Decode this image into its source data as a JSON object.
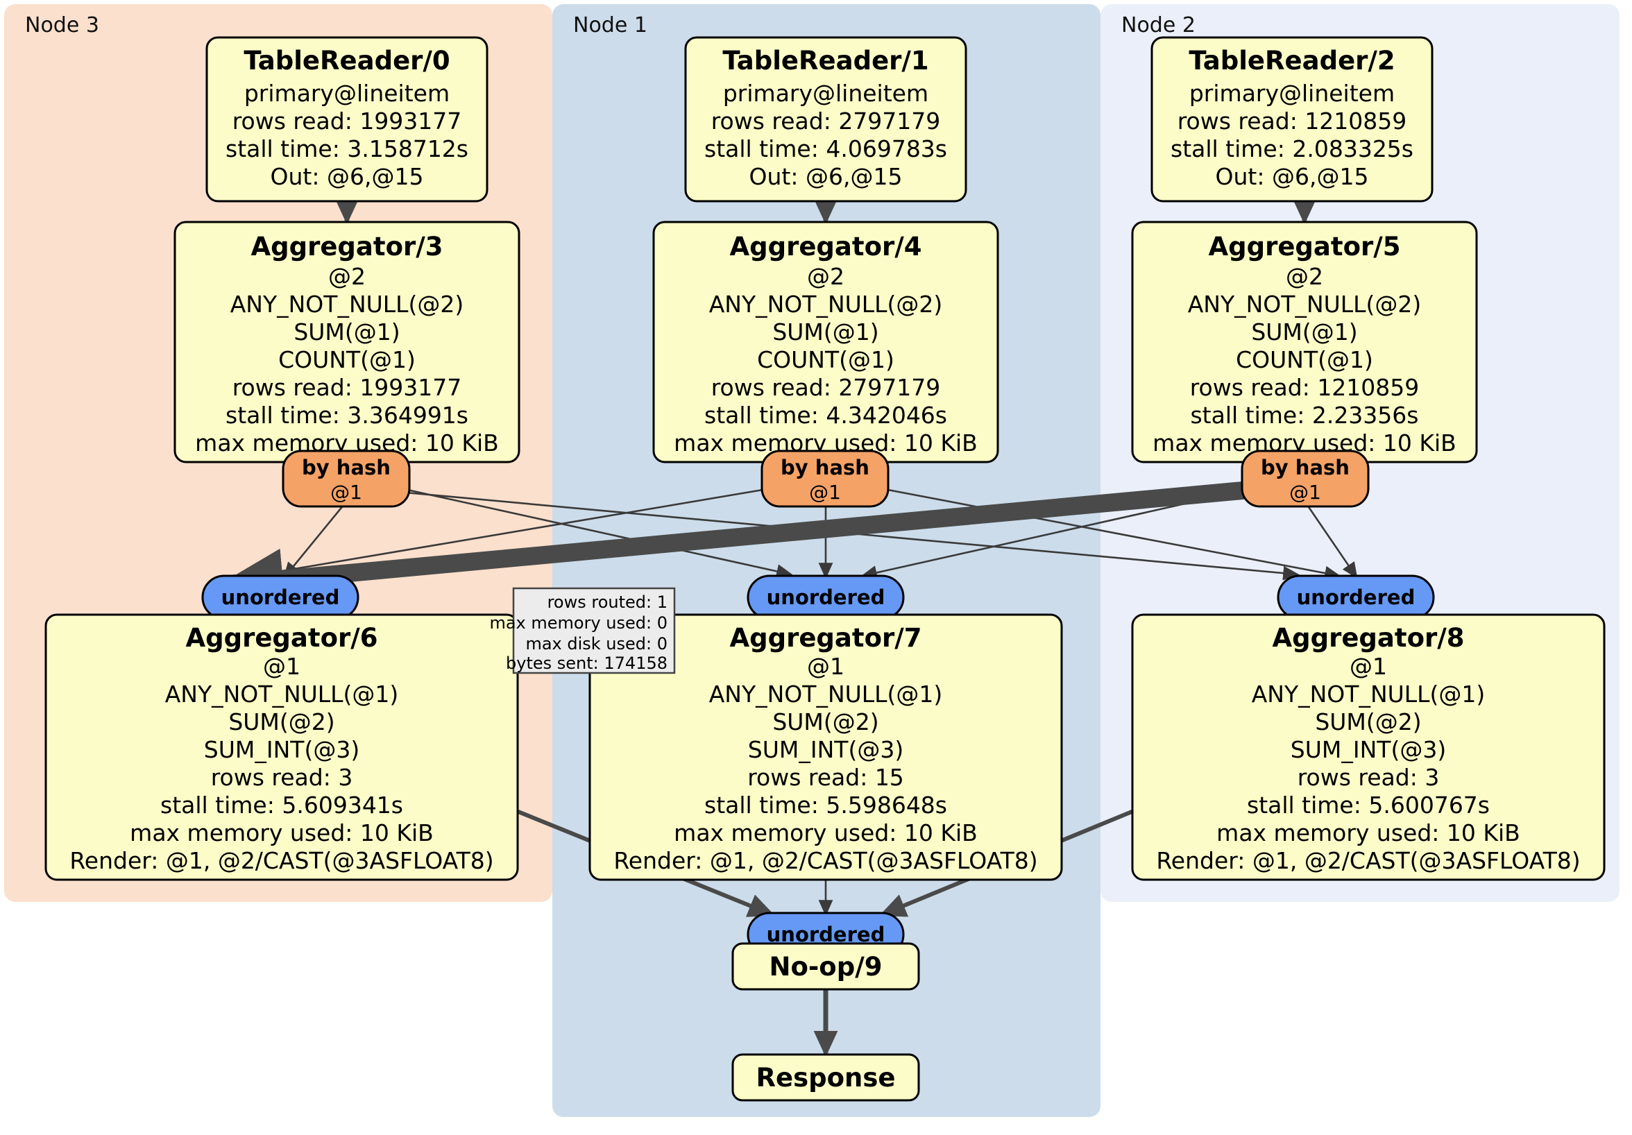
{
  "diagram": {
    "type": "distributed-query-plan",
    "colors": {
      "node3_bg": "#fbe0cd",
      "node1_bg": "#ccdcea",
      "node2_bg": "#eaeff9",
      "operator_fill": "#fcfcc8",
      "router_fill": "#f5a267",
      "sync_fill": "#6699f5",
      "tooltip_fill": "#ececec",
      "edge": "#4a4a4a"
    }
  },
  "clusters": [
    {
      "id": "node3",
      "label": "Node 3"
    },
    {
      "id": "node1",
      "label": "Node 1"
    },
    {
      "id": "node2",
      "label": "Node 2"
    }
  ],
  "readers": [
    {
      "title": "TableReader/0",
      "lines": [
        "primary@lineitem",
        "rows read: 1993177",
        "stall time: 3.158712s",
        "Out: @6,@15"
      ]
    },
    {
      "title": "TableReader/1",
      "lines": [
        "primary@lineitem",
        "rows read: 2797179",
        "stall time: 4.069783s",
        "Out: @6,@15"
      ]
    },
    {
      "title": "TableReader/2",
      "lines": [
        "primary@lineitem",
        "rows read: 1210859",
        "stall time: 2.083325s",
        "Out: @6,@15"
      ]
    }
  ],
  "local_aggregators": [
    {
      "title": "Aggregator/3",
      "lines": [
        "@2",
        "ANY_NOT_NULL(@2)",
        "SUM(@1)",
        "COUNT(@1)",
        "rows read: 1993177",
        "stall time: 3.364991s",
        "max memory used: 10 KiB"
      ]
    },
    {
      "title": "Aggregator/4",
      "lines": [
        "@2",
        "ANY_NOT_NULL(@2)",
        "SUM(@1)",
        "COUNT(@1)",
        "rows read: 2797179",
        "stall time: 4.342046s",
        "max memory used: 10 KiB"
      ]
    },
    {
      "title": "Aggregator/5",
      "lines": [
        "@2",
        "ANY_NOT_NULL(@2)",
        "SUM(@1)",
        "COUNT(@1)",
        "rows read: 1210859",
        "stall time: 2.23356s",
        "max memory used: 10 KiB"
      ]
    }
  ],
  "routers": [
    {
      "title": "by hash",
      "detail": "@1"
    },
    {
      "title": "by hash",
      "detail": "@1"
    },
    {
      "title": "by hash",
      "detail": "@1"
    }
  ],
  "synchronizers": [
    {
      "label": "unordered"
    },
    {
      "label": "unordered"
    },
    {
      "label": "unordered"
    },
    {
      "label": "unordered"
    }
  ],
  "final_aggregators": [
    {
      "title": "Aggregator/6",
      "lines": [
        "@1",
        "ANY_NOT_NULL(@1)",
        "SUM(@2)",
        "SUM_INT(@3)",
        "rows read: 3",
        "stall time: 5.609341s",
        "max memory used: 10 KiB",
        "Render: @1, @2/CAST(@3ASFLOAT8)"
      ]
    },
    {
      "title": "Aggregator/7",
      "lines": [
        "@1",
        "ANY_NOT_NULL(@1)",
        "SUM(@2)",
        "SUM_INT(@3)",
        "rows read: 15",
        "stall time: 5.598648s",
        "max memory used: 10 KiB",
        "Render: @1, @2/CAST(@3ASFLOAT8)"
      ]
    },
    {
      "title": "Aggregator/8",
      "lines": [
        "@1",
        "ANY_NOT_NULL(@1)",
        "SUM(@2)",
        "SUM_INT(@3)",
        "rows read: 3",
        "stall time: 5.600767s",
        "max memory used: 10 KiB",
        "Render: @1, @2/CAST(@3ASFLOAT8)"
      ]
    }
  ],
  "tooltip": {
    "lines": [
      "rows routed: 1",
      "max memory used: 0",
      "max disk used: 0",
      "bytes sent: 174158"
    ]
  },
  "terminal": {
    "noop_label": "No-op/9",
    "response_label": "Response"
  }
}
